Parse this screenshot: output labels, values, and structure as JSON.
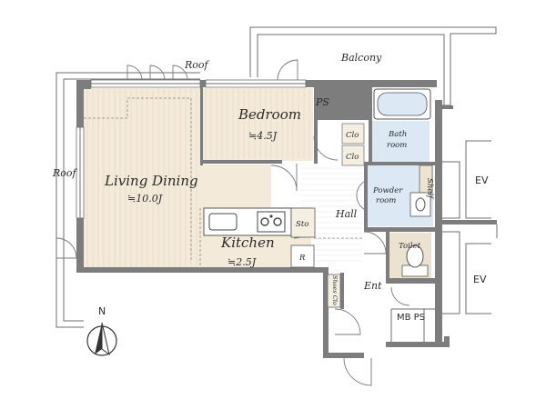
{
  "rooms": {
    "balcony": "Balcony",
    "roof_top": "Roof",
    "roof_left": "Roof",
    "ps": "PS",
    "bedroom": "Bedroom",
    "bedroom_size": "≒4.5J",
    "clo_1": "Clo",
    "clo_2": "Clo",
    "bath": "Bath\nroom",
    "bath_l1": "Bath",
    "bath_l2": "room",
    "living": "Living Dining",
    "living_size": "≒10.0J",
    "powder_l1": "Powder",
    "powder_l2": "room",
    "shelf": "Shelf",
    "ev_top": "EV",
    "sto": "Sto",
    "hall": "Hall",
    "kitchen": "Kitchen",
    "kitchen_size": "≒2.5J",
    "r": "R",
    "toilet": "Toilet",
    "ev_bottom": "EV",
    "shoes_clo": "Shoes Clo",
    "ent": "Ent",
    "mb_ps": "MB PS",
    "north": "N"
  },
  "colors": {
    "living_floor": "#f3ead9",
    "wet_area": "#dce8f4",
    "toilet_floor": "#ebe3cf",
    "wall": "#7d7d7d",
    "closet": "#f5efe2"
  }
}
